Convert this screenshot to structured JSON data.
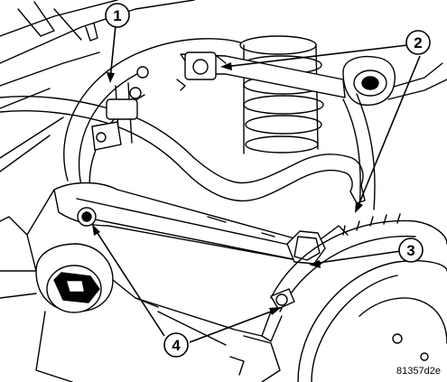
{
  "callouts": [
    {
      "id": "1",
      "label": "1"
    },
    {
      "id": "2",
      "label": "2"
    },
    {
      "id": "3",
      "label": "3"
    },
    {
      "id": "4",
      "label": "4"
    }
  ],
  "figure_id": "81357d2e",
  "colors": {
    "line": "#000000",
    "fill": "#ffffff",
    "shade": "#d9d9d9"
  }
}
